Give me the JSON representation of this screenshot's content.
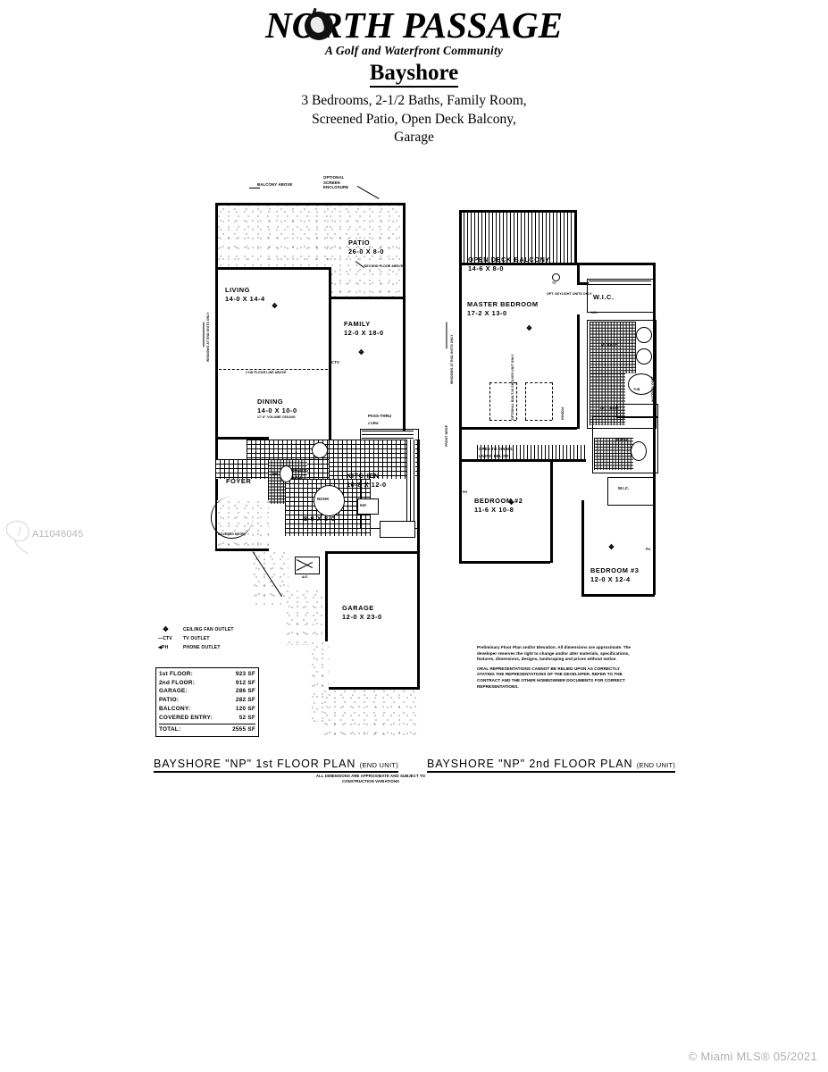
{
  "header": {
    "community_name": "NORTH PASSAGE",
    "community_tagline": "A Golf and Waterfront Community",
    "model_name": "Bayshore",
    "model_description_line1": "3 Bedrooms, 2-1/2 Baths, Family Room,",
    "model_description_line2": "Screened Patio, Open Deck Balcony,",
    "model_description_line3": "Garage",
    "logo_icon": "globe-badge-icon"
  },
  "first_floor": {
    "caption_main": "BAYSHORE \"NP\" 1st FLOOR PLAN",
    "caption_suffix": "(END UNIT)",
    "caption_note_line1": "ALL DIMENSIONS ARE APPROXIMATE AND SUBJECT TO",
    "caption_note_line2": "CONSTRUCTION VARIATIONS",
    "rooms": [
      {
        "name": "LIVING",
        "dims": "14-0 X 14-4"
      },
      {
        "name": "DINING",
        "dims": "14-0 X 10-0",
        "note": "17'-6\" VOLUME CEILING"
      },
      {
        "name": "FAMILY",
        "dims": "12-0 X 18-0"
      },
      {
        "name": "PATIO",
        "dims": "26-0 X 8-0"
      },
      {
        "name": "KITCHEN",
        "dims": "10-8 X 12-0"
      },
      {
        "name": "NOOK",
        "dims": "8-0 X 8-0"
      },
      {
        "name": "GARAGE",
        "dims": "12-0 X 23-0"
      },
      {
        "name": "FOYER",
        "dims": ""
      },
      {
        "name": "PR.",
        "dims": ""
      },
      {
        "name": "LAU.",
        "dims": ""
      }
    ],
    "annotations": [
      "BALCONY ABOVE",
      "OPTIONAL SCREEN ENCLOSURE",
      "SECOND FLOOR ABOVE",
      "2 ND FLOOR LINE ABOVE",
      "WINDOWS AT END UNITS ONLY",
      "COVERED ENTRY",
      "PASS-THRU",
      "PANTRY",
      "REF.",
      "A/C",
      "CTV",
      "W.H.",
      "2 DRW"
    ]
  },
  "second_floor": {
    "caption_main": "BAYSHORE \"NP\" 2nd FLOOR PLAN",
    "caption_suffix": "(END UNIT)",
    "rooms": [
      {
        "name": "OPEN DECK BALCONY",
        "dims": "14-6 X 8-0"
      },
      {
        "name": "MASTER BEDROOM",
        "dims": "17-2 X 13-0"
      },
      {
        "name": "BEDROOM #2",
        "dims": "11-6 X 10-8"
      },
      {
        "name": "BEDROOM #3",
        "dims": "12-0 X 12-4"
      },
      {
        "name": "M. BATH",
        "dims": ""
      },
      {
        "name": "BATH",
        "dims": ""
      },
      {
        "name": "W.I.C.",
        "dims": ""
      },
      {
        "name": "W.I.C.",
        "dims": ""
      }
    ],
    "annotations": [
      "OPEN TO DINING/ LIVING BELOW",
      "WINDOWS AT END UNITS ONLY",
      "OPT. SKYLIGHT UNITS ONLY",
      "OPTIONAL BUILT-IN SHELVES UNIT ONLY",
      "LIN.",
      "LIN.",
      "LIN. CHASE",
      "TV",
      "PH",
      "WATER CLOSET",
      "TUB",
      "HOOD/A"
    ]
  },
  "legend": {
    "items": [
      {
        "symbol": "ceiling-fan-icon",
        "label": "CEILING FAN OUTLET"
      },
      {
        "symbol": "tv-outlet-icon",
        "label": "TV OUTLET"
      },
      {
        "symbol": "phone-outlet-icon",
        "label": "PHONE OUTLET"
      }
    ]
  },
  "area_table": {
    "rows": [
      {
        "label": "1st FLOOR:",
        "value": "923 SF"
      },
      {
        "label": "2nd FLOOR:",
        "value": "912 SF"
      },
      {
        "label": "GARAGE:",
        "value": "286 SF"
      },
      {
        "label": "PATIO:",
        "value": "282 SF"
      },
      {
        "label": "BALCONY:",
        "value": "120 SF"
      },
      {
        "label": "COVERED ENTRY:",
        "value": "52 SF"
      }
    ],
    "total": {
      "label": "TOTAL:",
      "value": "2555 SF"
    }
  },
  "disclaimer": {
    "paragraph1": "Preliminary Floor Plan and/or Elevation. All dimensions are approximate. The developer reserves the right to change and/or alter materials, specifications, features, dimensions, designs, landscaping and prices without notice.",
    "paragraph2": "ORAL REPRESENTATIONS CANNOT BE RELIED UPON AS CORRECTLY STATING THE REPRESENTATIONS OF THE DEVELOPER. REFER TO THE CONTRACT AND THE OTHER HOMEOWNER DOCUMENTS FOR CORRECT REPRESENTATIONS."
  },
  "watermarks": {
    "mls_id": "A11046045",
    "copyright": "© Miami MLS® 05/2021",
    "logo_icon": "realtor-shell-icon"
  }
}
